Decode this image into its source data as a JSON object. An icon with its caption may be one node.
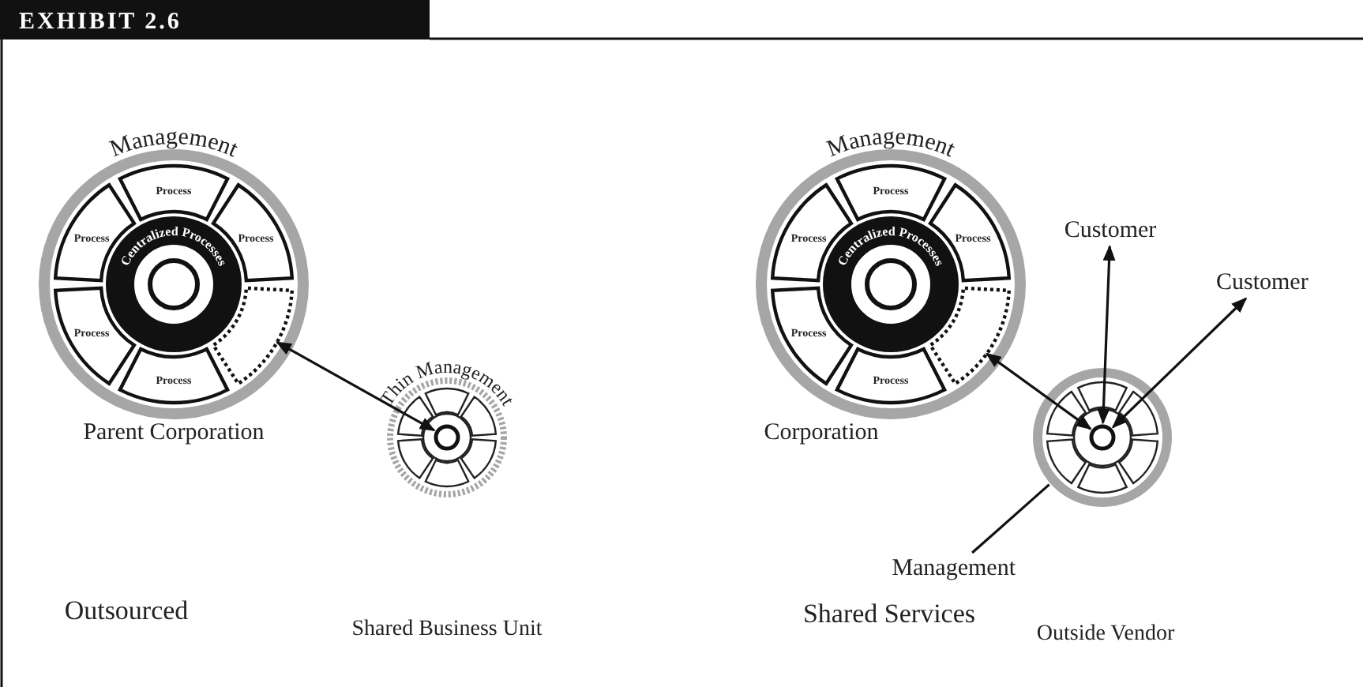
{
  "diagram": {
    "title": "EXHIBIT 2.6",
    "nodes": [
      {
        "text": [
          "Management"
        ],
        "beside": [
          "Parent Corporation"
        ]
      },
      {
        "text": [
          "Process"
        ],
        "in": 0
      },
      {
        "text": [
          "Process"
        ],
        "in": 0
      },
      {
        "text": [
          "Process"
        ],
        "in": 0
      },
      {
        "text": [
          "Process"
        ],
        "in": 0
      },
      {
        "text": [
          "Process"
        ],
        "in": 0
      },
      {
        "text": [
          "Centralized Processes"
        ],
        "in": 0
      },
      {
        "text": [],
        "shape": "circle",
        "in": 6
      },
      {
        "text": [],
        "shape": "box",
        "in": 0
      },
      {
        "text": [
          "Thin Management"
        ]
      },
      {
        "text": [],
        "shape": "circle",
        "in": 9
      },
      {
        "text": [
          "Management"
        ],
        "beside": [
          "Corporation"
        ]
      },
      {
        "text": [
          "Process"
        ],
        "in": 11
      },
      {
        "text": [
          "Process"
        ],
        "in": 11
      },
      {
        "text": [
          "Process"
        ],
        "in": 11
      },
      {
        "text": [
          "Process"
        ],
        "in": 11
      },
      {
        "text": [
          "Process"
        ],
        "in": 11
      },
      {
        "text": [
          "Centralized Processes"
        ],
        "in": 11
      },
      {
        "text": [],
        "shape": "circle",
        "in": 17
      },
      {
        "text": [],
        "shape": "box",
        "in": 11
      },
      {
        "text": [
          "Customer"
        ]
      },
      {
        "text": [
          "Customer"
        ]
      },
      {
        "text": [],
        "shape": "circle"
      },
      {
        "text": [],
        "shape": "circle",
        "in": 22
      },
      {
        "text": [
          "Management"
        ]
      }
    ],
    "edges": [
      {
        "from": 10,
        "to": 8,
        "arrow": "both"
      },
      {
        "from": 23,
        "to": 19,
        "arrow": "both"
      },
      {
        "from": 23,
        "to": 20,
        "arrow": "both"
      },
      {
        "from": 23,
        "to": 21,
        "arrow": "both"
      },
      {
        "from": 24,
        "to": 22,
        "arrow": "none"
      }
    ],
    "labels": [
      "Shared Business Unit",
      "Outside Vendor",
      "Outsourced",
      "Shared Services"
    ]
  }
}
